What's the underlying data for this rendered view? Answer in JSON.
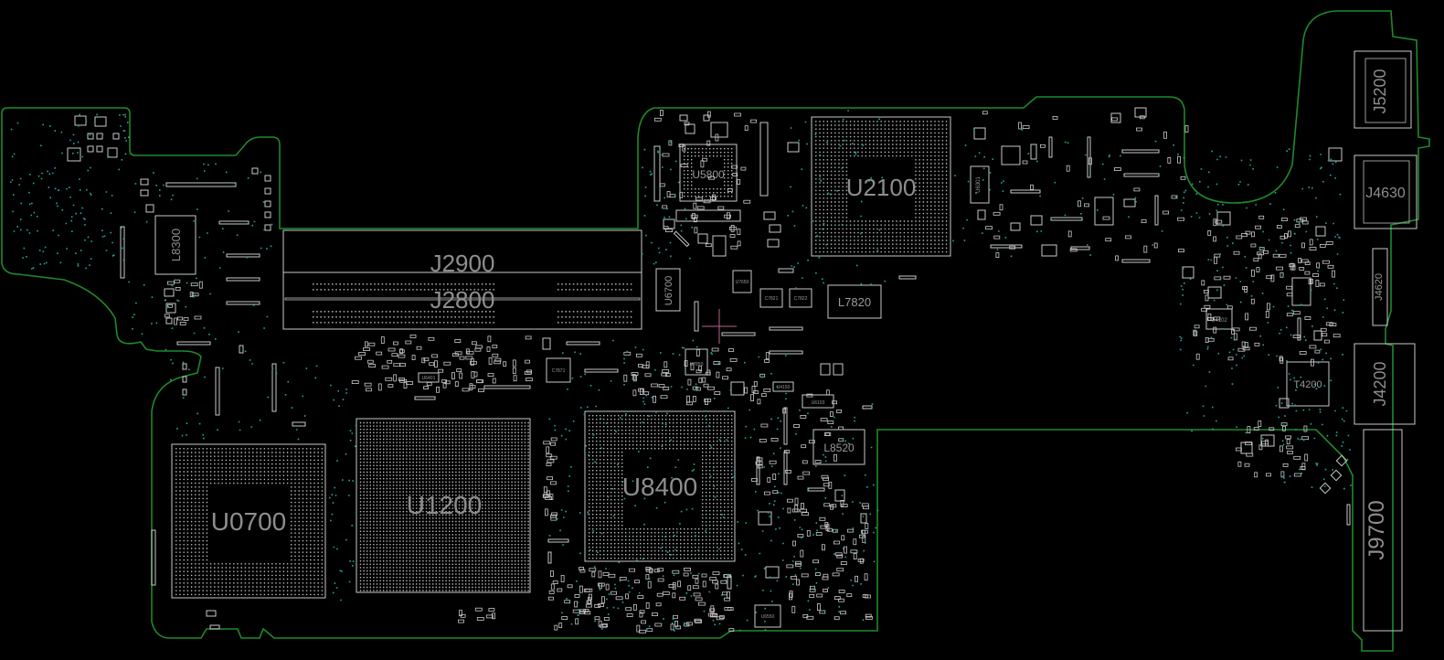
{
  "board": {
    "outline_color": "#1f8a2a",
    "part_color": "#c8c8c8",
    "via_color": "#1fa6a0",
    "label_color": "#8e8e8e"
  },
  "labels": {
    "j2900": "J2900",
    "j2800": "J2800",
    "u2100": "U2100",
    "u5800": "U5800",
    "u6700": "U6700",
    "l7820": "L7820",
    "l8300": "L8300",
    "u0700": "U0700",
    "u1200": "U1200",
    "u8400": "U8400",
    "l8520": "L8520",
    "j5200": "J5200",
    "j4630": "J4630",
    "j4620": "J4620",
    "j4200": "J4200",
    "t4200": "T4200",
    "j9700": "J9700",
    "u6301": "U6301",
    "u4102": "U4102",
    "u7850": "U7850",
    "u6550": "U6550",
    "c7821": "C7821",
    "c7822": "C7822",
    "u7650": "U7650",
    "c7871": "C7871",
    "u6401": "U6401",
    "u4150": "U4150",
    "u6103": "U6103"
  }
}
